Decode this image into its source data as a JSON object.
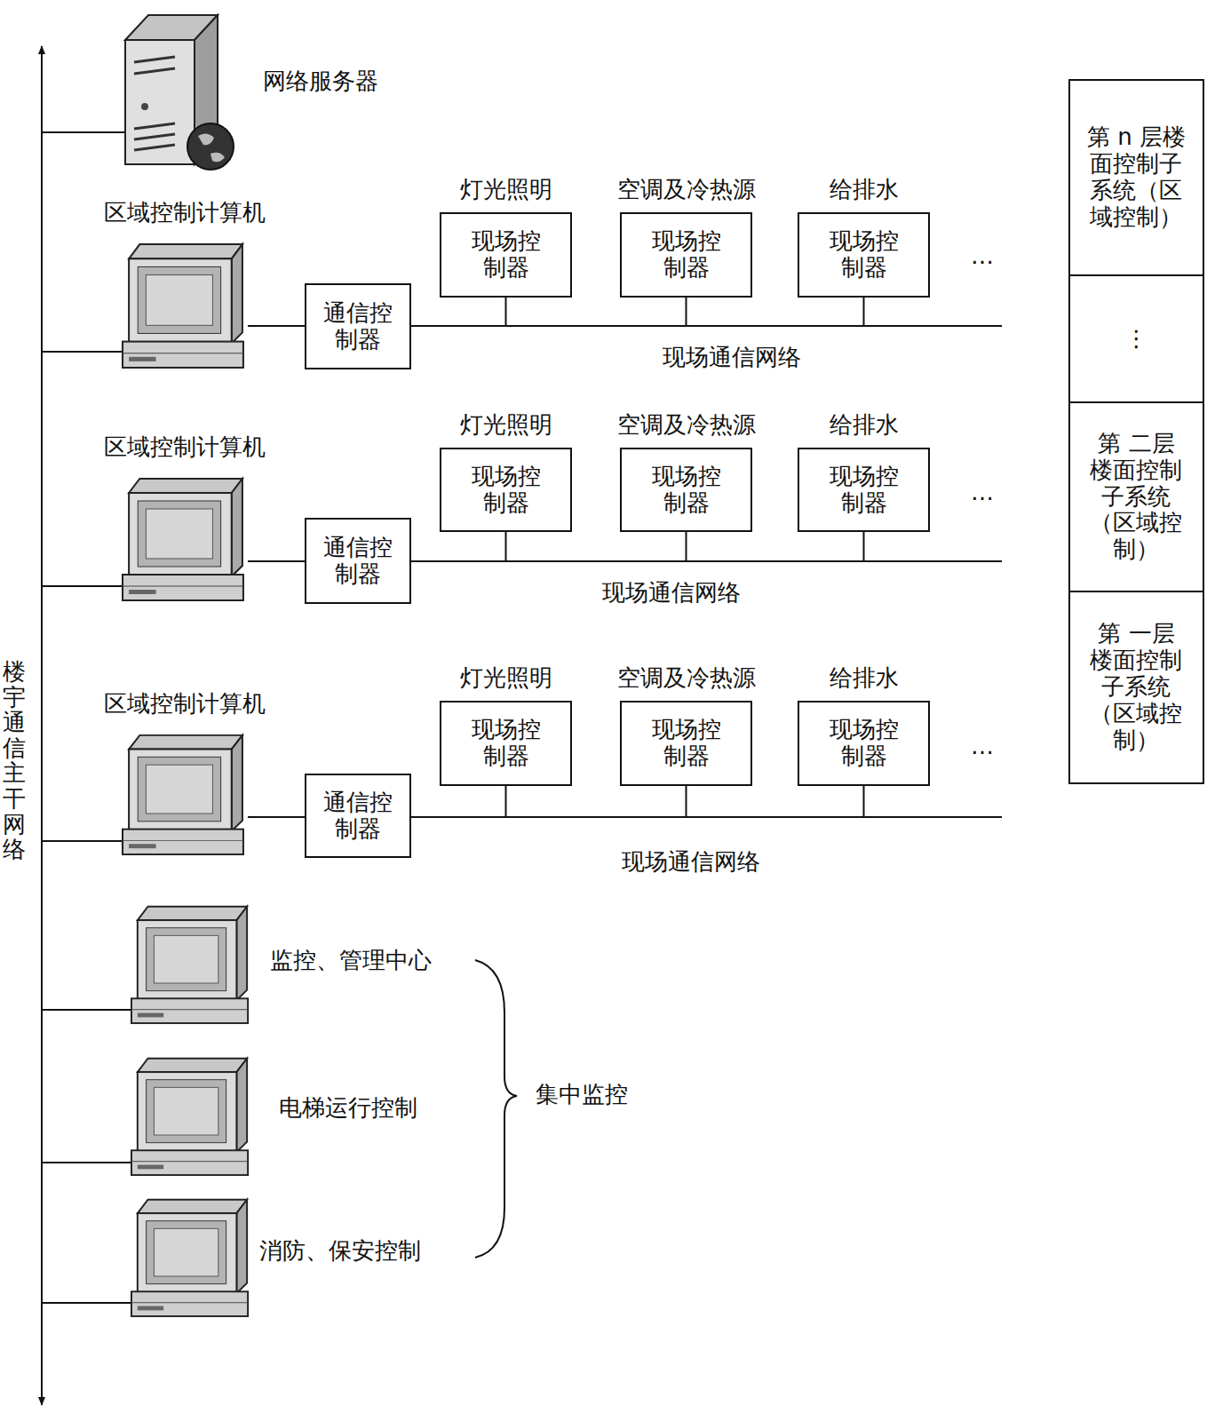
{
  "diagram": {
    "nodes": [
      {
        "text": [
          "网络服务器"
        ]
      },
      {
        "text": [
          "区域控制计算机"
        ]
      },
      {
        "text": [
          "通信控制器"
        ]
      },
      {
        "text": [
          "灯光照明",
          "现场控制器"
        ]
      },
      {
        "text": [
          "空调及冷热源",
          "现场控制器"
        ]
      },
      {
        "text": [
          "给排水",
          "现场控制器"
        ]
      },
      {
        "text": [
          "区域控制计算机"
        ]
      },
      {
        "text": [
          "通信控制器"
        ]
      },
      {
        "text": [
          "灯光照明",
          "现场控制器"
        ]
      },
      {
        "text": [
          "空调及冷热源",
          "现场控制器"
        ]
      },
      {
        "text": [
          "给排水",
          "现场控制器"
        ]
      },
      {
        "text": [
          "区域控制计算机"
        ]
      },
      {
        "text": [
          "通信控制器"
        ]
      },
      {
        "text": [
          "灯光照明",
          "现场控制器"
        ]
      },
      {
        "text": [
          "空调及冷热源",
          "现场控制器"
        ]
      },
      {
        "text": [
          "给排水",
          "现场控制器"
        ]
      },
      {
        "text": [
          "监控、管理中心"
        ]
      },
      {
        "text": [
          "电梯运行控制"
        ]
      },
      {
        "text": [
          "消防、保安控制"
        ]
      },
      {
        "text": [
          "第 n 层楼面控制子系统（区域控制）"
        ]
      },
      {
        "text": [
          "⋮"
        ]
      },
      {
        "text": [
          "第 二层楼面控制子系统（区域控制）"
        ]
      },
      {
        "text": [
          "第 一层楼面控制子系统（区域控制）"
        ]
      }
    ],
    "edges": [
      {
        "from": 1,
        "to": 2,
        "arrow": "none"
      },
      {
        "from": 2,
        "to": 3,
        "arrow": "none"
      },
      {
        "from": 2,
        "to": 4,
        "arrow": "none"
      },
      {
        "from": 2,
        "to": 5,
        "arrow": "none"
      },
      {
        "from": 6,
        "to": 7,
        "arrow": "none"
      },
      {
        "from": 7,
        "to": 8,
        "arrow": "none"
      },
      {
        "from": 7,
        "to": 9,
        "arrow": "none"
      },
      {
        "from": 7,
        "to": 10,
        "arrow": "none"
      },
      {
        "from": 11,
        "to": 12,
        "arrow": "none"
      },
      {
        "from": 12,
        "to": 13,
        "arrow": "none"
      },
      {
        "from": 12,
        "to": 14,
        "arrow": "none"
      },
      {
        "from": 12,
        "to": 15,
        "arrow": "none"
      }
    ],
    "labels": [
      "楼宇通信主干网络",
      "…",
      "…",
      "…",
      "现场通信网络",
      "现场通信网络",
      "现场通信网络",
      "集中监控"
    ]
  }
}
